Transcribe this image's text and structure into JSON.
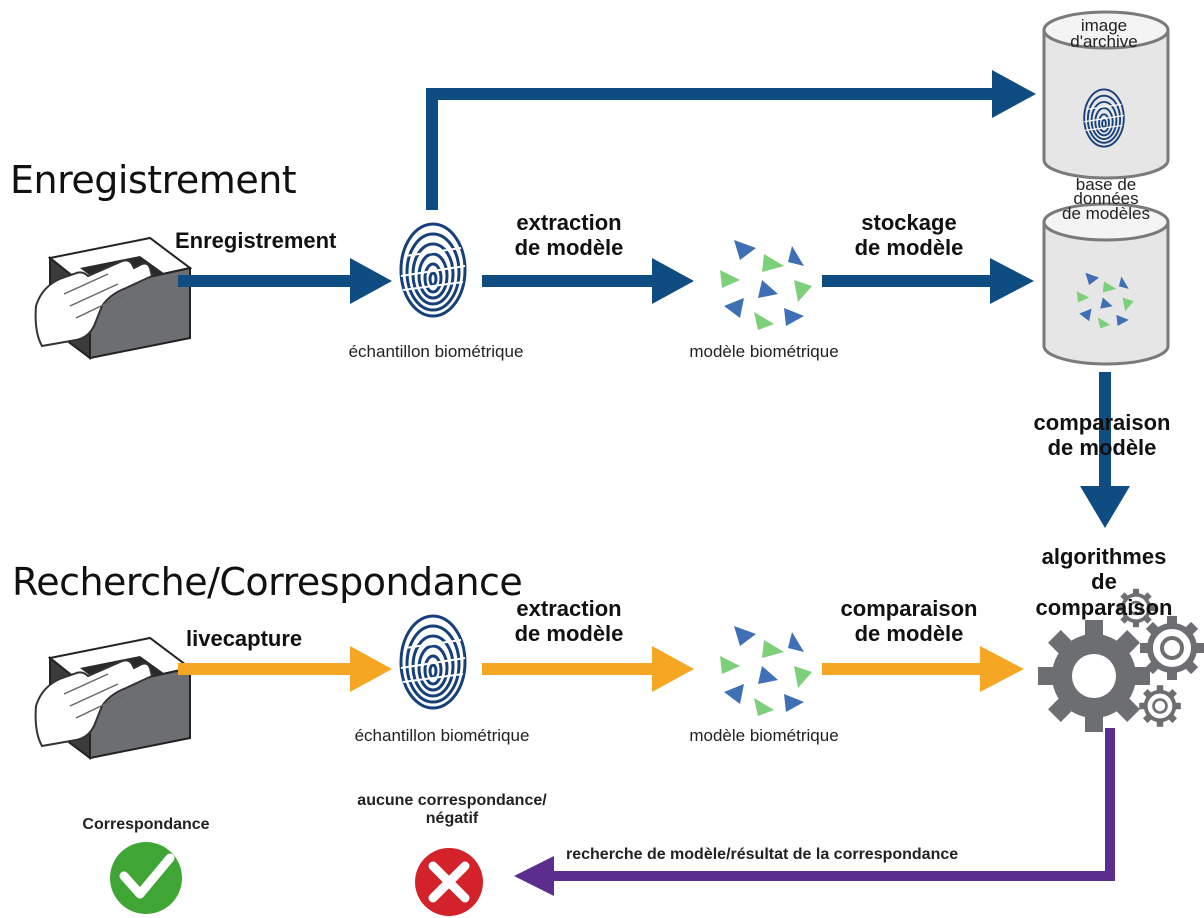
{
  "sections": {
    "enrollment_title": "Enregistrement",
    "search_title": "Recherche/Correspondance"
  },
  "enrollment": {
    "capture_label": "Enregistrement",
    "extraction_label": "extraction\nde modèle",
    "storage_label": "stockage\nde modèle",
    "sample_caption": "échantillon biométrique",
    "template_caption": "modèle biométrique",
    "archive_label": "image\nd'archive",
    "template_db_label": "base de\ndonnées\nde modèles"
  },
  "comparison": {
    "vertical_label": "comparaison\nde modèle",
    "algorithms_label": "algorithmes\nde comparaison"
  },
  "search": {
    "capture_label": "livecapture",
    "extraction_label": "extraction\nde modèle",
    "comparison_label": "comparaison\nde modèle",
    "sample_caption": "échantillon biométrique",
    "template_caption": "modèle biométrique"
  },
  "results": {
    "return_label": "recherche de modèle/résultat de la correspondance",
    "match_label": "Correspondance",
    "no_match_label": "aucune correspondance/\nnégatif"
  },
  "colors": {
    "blue_arrow": "#0f4c81",
    "orange_arrow": "#f5a623",
    "purple_arrow": "#5b2d8e",
    "triangle_blue": "#3f6fb5",
    "triangle_green": "#7ecf7a",
    "match_green": "#3fa535",
    "fail_red": "#d3222a",
    "gear_gray": "#6d6e71"
  },
  "icons": [
    "scanner-icon",
    "fingerprint-icon",
    "triangles-template-icon",
    "database-icon",
    "gears-icon",
    "checkmark-icon",
    "cross-icon"
  ]
}
